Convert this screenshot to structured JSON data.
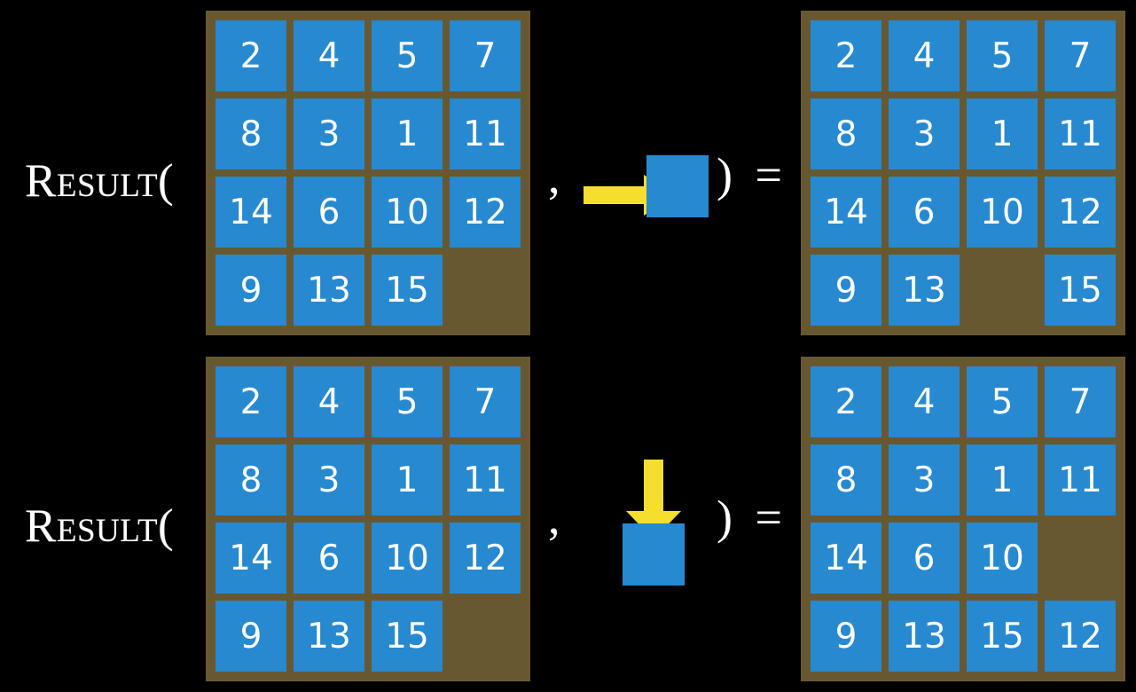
{
  "colors": {
    "background": "#000000",
    "tile": "#2789d0",
    "board_frame": "#685832",
    "arrow": "#f5de2e",
    "text": "#ffffff"
  },
  "rows": [
    {
      "id": "row-1",
      "label": "Result(",
      "comma": ",",
      "close_paren_equals": ") =",
      "operand_icon": "arrow-right-icon",
      "operand_direction": "right",
      "input_board": {
        "name": "input-board-row-1",
        "tiles": [
          [
            "2",
            "4",
            "5",
            "7"
          ],
          [
            "8",
            "3",
            "1",
            "11"
          ],
          [
            "14",
            "6",
            "10",
            "12"
          ],
          [
            "9",
            "13",
            "15",
            ""
          ]
        ]
      },
      "output_board": {
        "name": "output-board-row-1",
        "tiles": [
          [
            "2",
            "4",
            "5",
            "7"
          ],
          [
            "8",
            "3",
            "1",
            "11"
          ],
          [
            "14",
            "6",
            "10",
            "12"
          ],
          [
            "9",
            "13",
            "",
            "15"
          ]
        ]
      }
    },
    {
      "id": "row-2",
      "label": "Result(",
      "comma": ",",
      "close_paren_equals": ") =",
      "operand_icon": "arrow-down-icon",
      "operand_direction": "down",
      "input_board": {
        "name": "input-board-row-2",
        "tiles": [
          [
            "2",
            "4",
            "5",
            "7"
          ],
          [
            "8",
            "3",
            "1",
            "11"
          ],
          [
            "14",
            "6",
            "10",
            "12"
          ],
          [
            "9",
            "13",
            "15",
            ""
          ]
        ]
      },
      "output_board": {
        "name": "output-board-row-2",
        "tiles": [
          [
            "2",
            "4",
            "5",
            "7"
          ],
          [
            "8",
            "3",
            "1",
            "11"
          ],
          [
            "14",
            "6",
            "10",
            ""
          ],
          [
            "9",
            "13",
            "15",
            "12"
          ]
        ]
      }
    }
  ]
}
